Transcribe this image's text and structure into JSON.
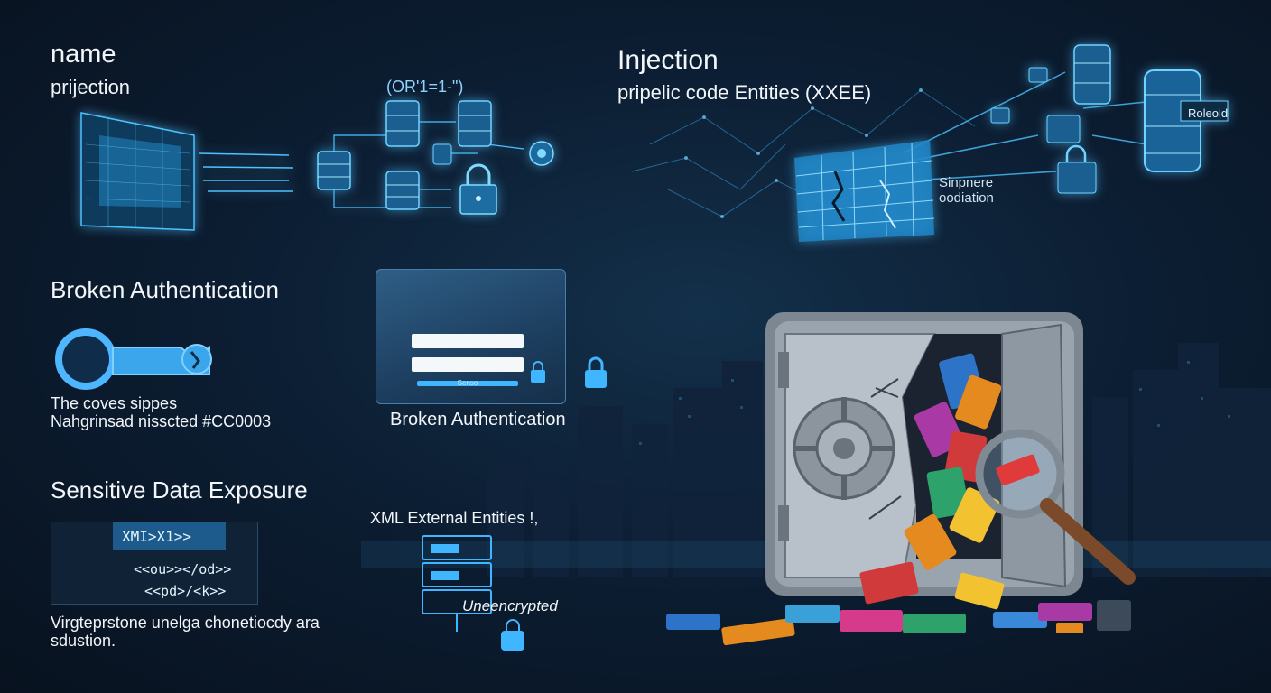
{
  "top_left": {
    "title": "name",
    "subtitle": "prijection",
    "sql_snippet": "(OR'1=1-\")"
  },
  "top_right": {
    "title": "Injection",
    "subtitle": "pripelic code Entities (XXEE)",
    "side_label_line1": "Sinpnere",
    "side_label_line2": "oodiation",
    "db_label": "Roleold"
  },
  "auth": {
    "title": "Broken Authentication",
    "desc_line1": "The coves sippes",
    "desc_line2": "Nahgrinsad nisscted #CC0003",
    "panel_caption": "Broken Authentication",
    "login_button": "Senso"
  },
  "sensitive": {
    "title": "Sensitive Data Exposure",
    "code_header": "XMI>X1>>",
    "code_line1": "<<ou>></od>>",
    "code_line2": "<<pd>/<k>>",
    "xml_label": "XML External Entities !,",
    "unencrypted_label": "Uneencrypted",
    "footer_line1": "Virgteprstone unelga chonetiocdy ara",
    "footer_line2": "sdustion."
  },
  "colors": {
    "accent": "#3fb6ff",
    "background": "#0c1e33",
    "alert": "#cc0003"
  }
}
